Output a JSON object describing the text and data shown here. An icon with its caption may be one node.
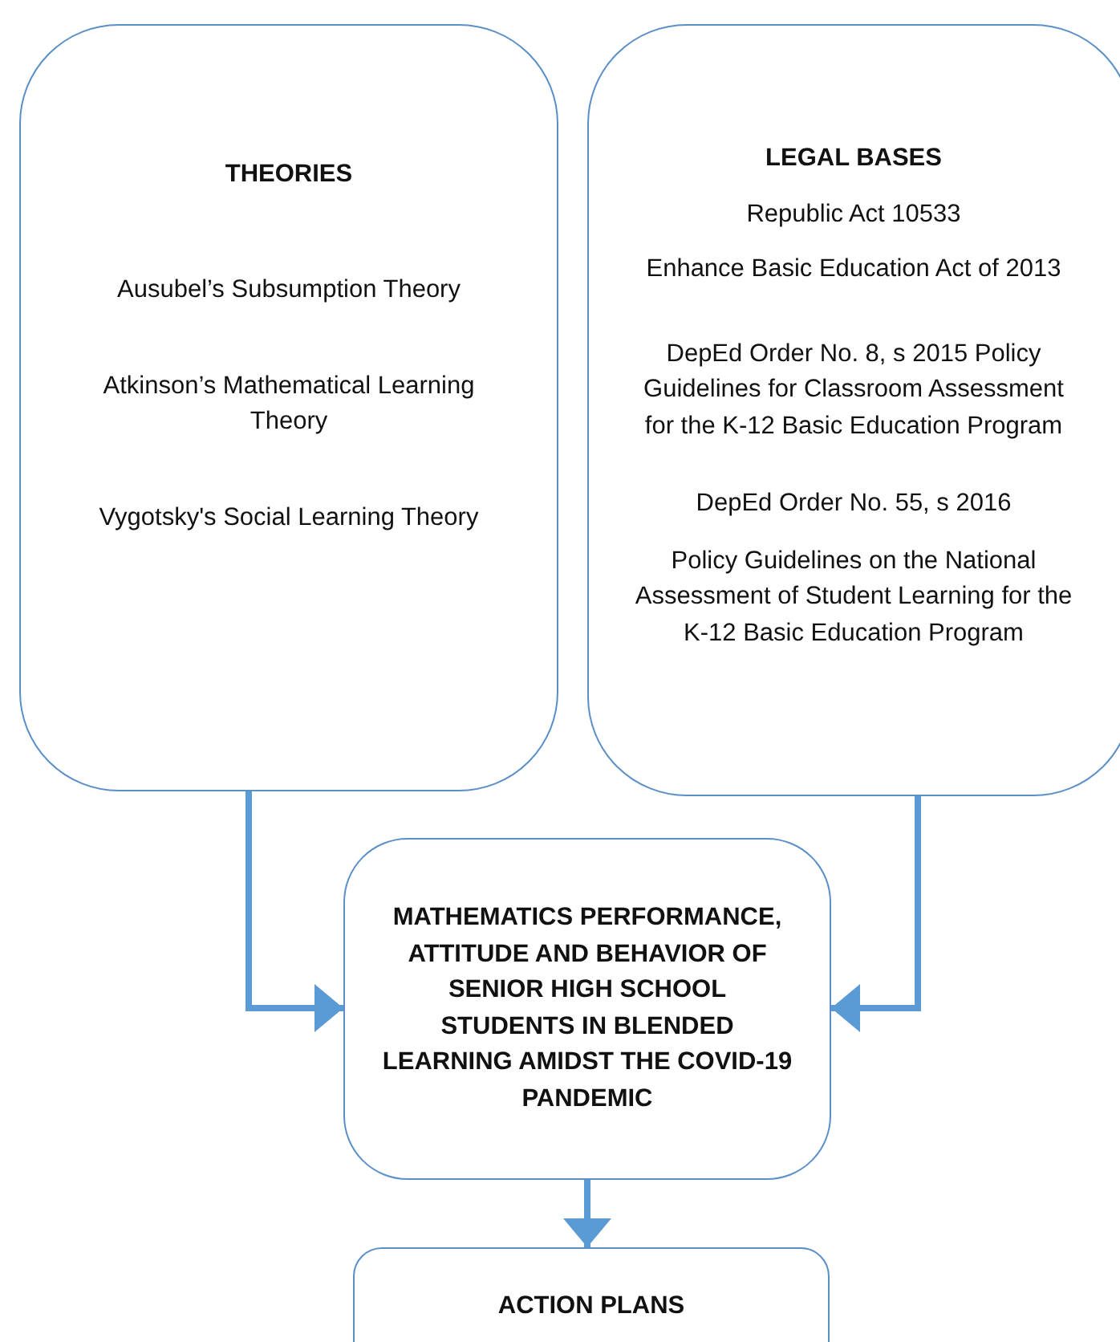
{
  "diagram": {
    "nodes": [
      {
        "text": [
          "THEORIES",
          "Ausubel’s Subsumption Theory",
          "Atkinson’s Mathematical Learning Theory",
          "Vygotsky's Social Learning Theory"
        ]
      },
      {
        "text": [
          "LEGAL BASES",
          "Republic Act 10533",
          "Enhance Basic Education Act of 2013",
          "DepEd Order No. 8, s 2015 Policy Guidelines for Classroom Assessment for the K-12 Basic Education Program",
          "DepEd Order No. 55, s 2016",
          "Policy Guidelines on the National Assessment of Student Learning for the K-12 Basic Education Program"
        ]
      },
      {
        "text": [
          "MATHEMATICS PERFORMANCE, ATTITUDE AND BEHAVIOR OF SENIOR HIGH SCHOOL STUDENTS IN BLENDED LEARNING AMIDST THE COVID-19 PANDEMIC"
        ]
      },
      {
        "text": [
          "ACTION PLANS"
        ]
      }
    ],
    "edges": [
      {
        "from": 0,
        "to": 2,
        "arrow": "to"
      },
      {
        "from": 1,
        "to": 2,
        "arrow": "to"
      },
      {
        "from": 2,
        "to": 3,
        "arrow": "to"
      }
    ]
  }
}
